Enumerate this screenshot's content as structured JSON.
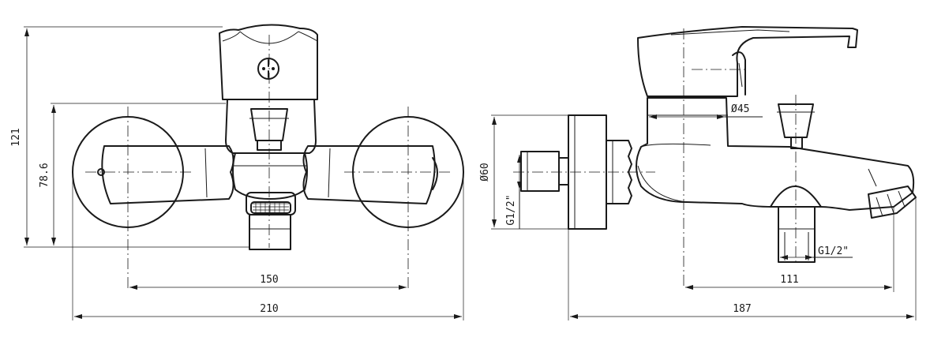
{
  "front_view": {
    "dimensions": {
      "height_total": "121",
      "height_inlet": "78.6",
      "width_centers": "150",
      "width_total": "210"
    }
  },
  "side_view": {
    "dimensions": {
      "diameter_escutcheon": "Ø60",
      "thread_inlet": "G1/2\"",
      "diameter_body": "Ø45",
      "thread_outlet": "G1/2\"",
      "spout_reach": "111",
      "depth_total": "187"
    }
  }
}
